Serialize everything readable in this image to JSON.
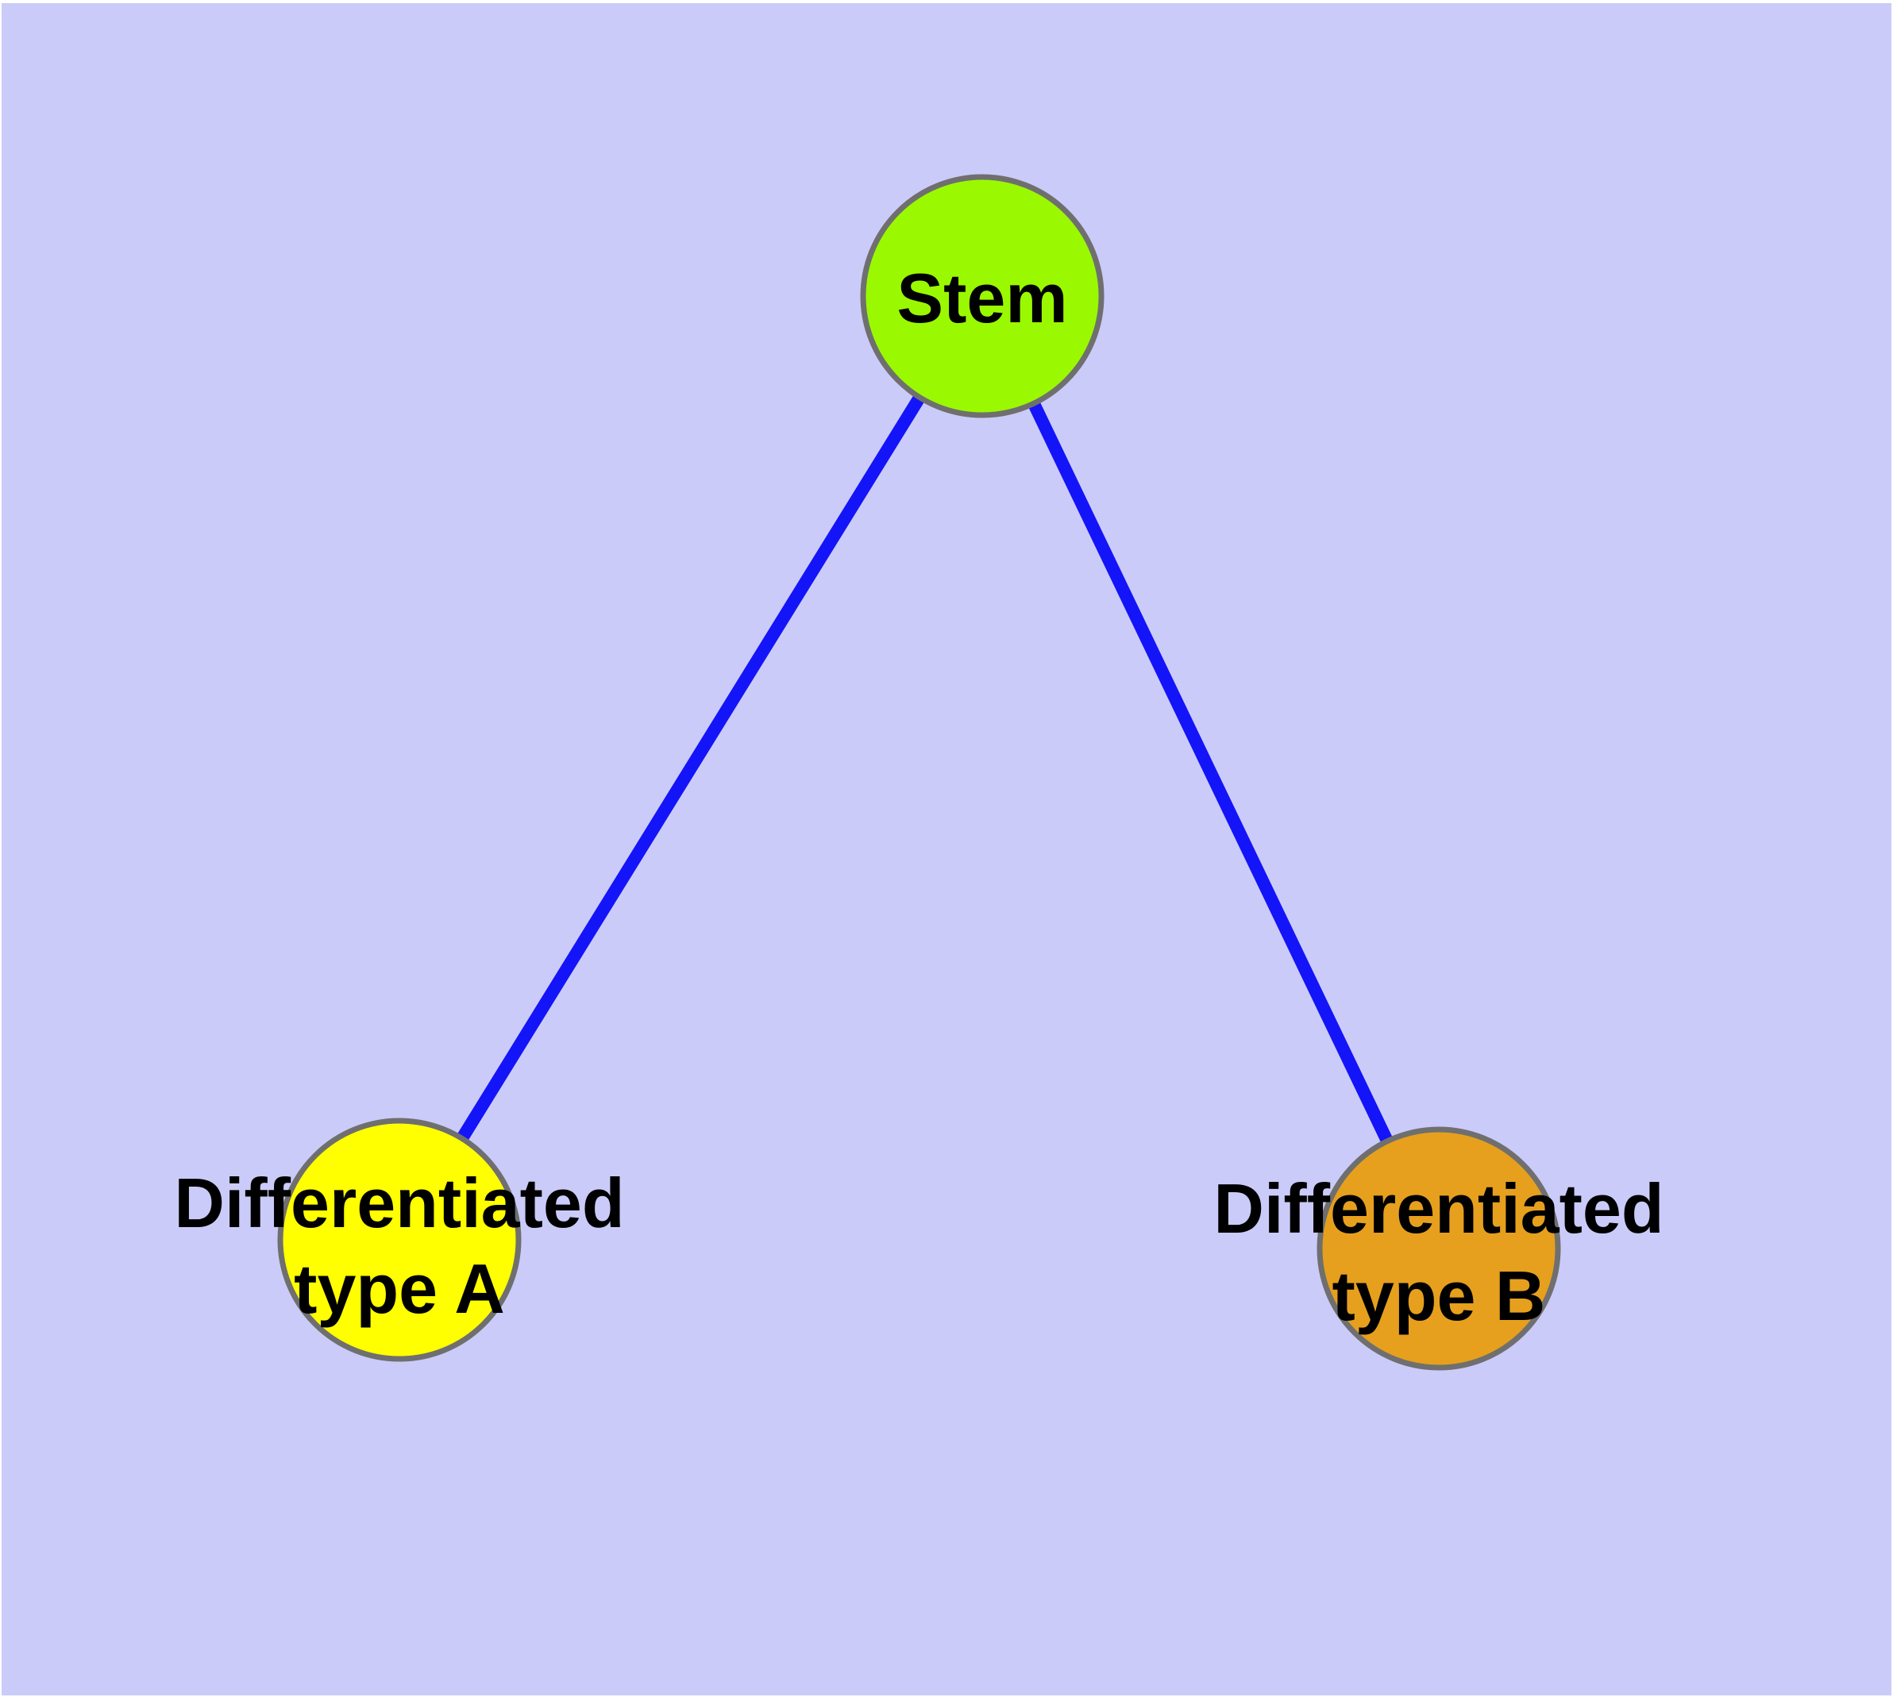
{
  "diagram": {
    "background_color": "#CBCBF9",
    "edge_color": "#1414F8",
    "node_border_color": "#6F6F6F",
    "text_color": "#000000",
    "nodes": [
      {
        "id": "stem",
        "label": "Stem",
        "fill": "#9AF900"
      },
      {
        "id": "differentiated-type-a",
        "label_line1": "Differentiated",
        "label_line2": "type A",
        "fill": "#FFFF00"
      },
      {
        "id": "differentiated-type-b",
        "label_line1": "Differentiated",
        "label_line2": "type B",
        "fill": "#E6A01E"
      }
    ],
    "edges": [
      {
        "from": "Stem",
        "to": "Differentiated type A"
      },
      {
        "from": "Stem",
        "to": "Differentiated type B"
      }
    ]
  }
}
